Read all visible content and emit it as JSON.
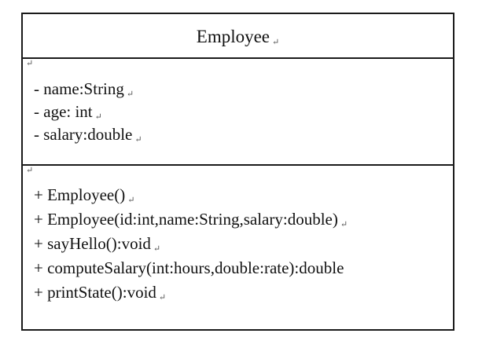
{
  "class_box": {
    "title": "Employee",
    "return_marker": "↵",
    "attributes": [
      "- name:String",
      "- age: int",
      "- salary:double"
    ],
    "methods": [
      "+ Employee()",
      "+ Employee(id:int,name:String,salary:double)",
      "+ sayHello():void",
      "+ computeSalary(int:hours,double:rate):double",
      "+ printState():void"
    ],
    "attribute_markers": [
      "↵",
      "↵",
      "↵"
    ],
    "method_markers": [
      "↵",
      "↵",
      "↵",
      "",
      "↵"
    ]
  }
}
